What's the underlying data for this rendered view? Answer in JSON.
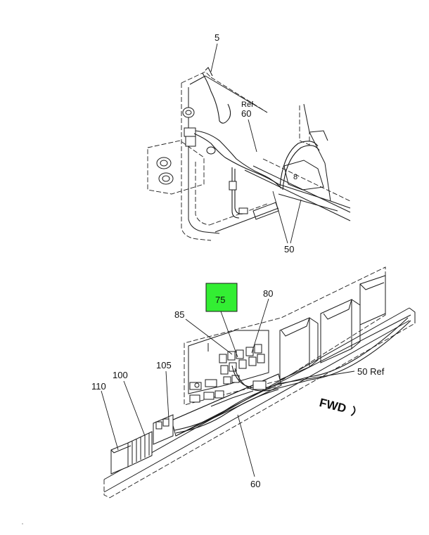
{
  "callouts": {
    "top": {
      "c5": "5",
      "ref60_ref": "Ref",
      "ref60_num": "60",
      "c50": "50"
    },
    "bottom": {
      "c75": "75",
      "c80": "80",
      "c85": "85",
      "c105": "105",
      "c100": "100",
      "c110": "110",
      "c50ref": "50 Ref",
      "c60": "60",
      "fwd": "FWD"
    }
  },
  "highlight": {
    "callout": "75",
    "color": "#33ee33"
  }
}
